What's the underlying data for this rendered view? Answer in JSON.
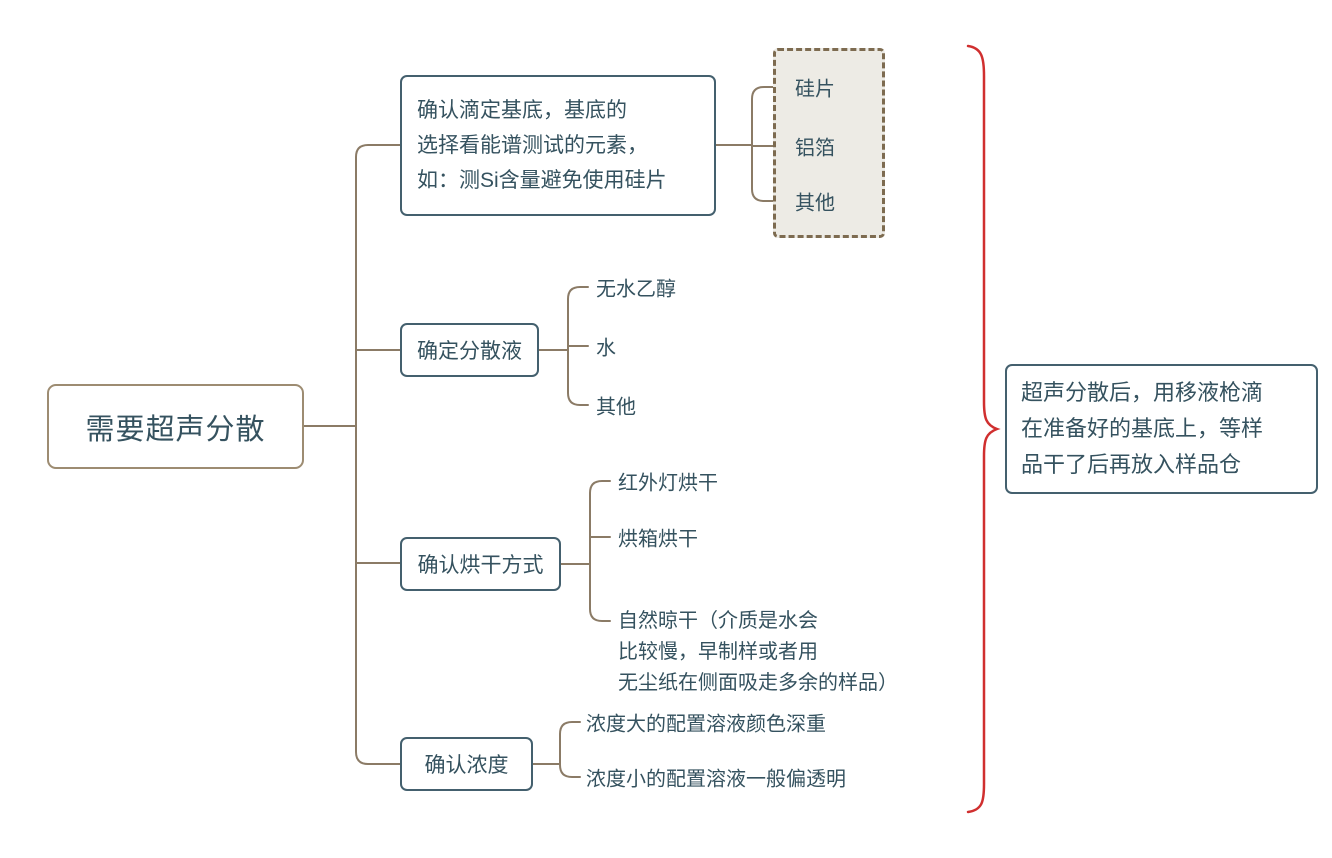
{
  "root": {
    "label": "需要超声分散"
  },
  "branches": [
    {
      "label": "确认滴定基底，基底的\n选择看能谱测试的元素，\n如：测Si含量避免使用硅片",
      "children": [
        {
          "label": "硅片"
        },
        {
          "label": "铝箔"
        },
        {
          "label": "其他"
        }
      ]
    },
    {
      "label": "确定分散液",
      "children": [
        {
          "label": "无水乙醇"
        },
        {
          "label": "水"
        },
        {
          "label": "其他"
        }
      ]
    },
    {
      "label": "确认烘干方式",
      "children": [
        {
          "label": "红外灯烘干"
        },
        {
          "label": "烘箱烘干"
        },
        {
          "label": "自然晾干（介质是水会\n比较慢，早制样或者用\n无尘纸在侧面吸走多余的样品）"
        }
      ]
    },
    {
      "label": "确认浓度",
      "children": [
        {
          "label": "浓度大的配置溶液颜色深重"
        },
        {
          "label": "浓度小的配置溶液一般偏透明"
        }
      ]
    }
  ],
  "note": {
    "label": "超声分散后，用移液枪滴\n在准备好的基底上，等样\n品干了后再放入样品仓"
  },
  "colors": {
    "node_border": "#44606e",
    "node_text": "#35525f",
    "root_border": "#9d8c72",
    "dashed_border": "#7d6b50",
    "dashed_bg": "#edebe5",
    "connector": "#8b7b66",
    "brace": "#d02f2f"
  }
}
